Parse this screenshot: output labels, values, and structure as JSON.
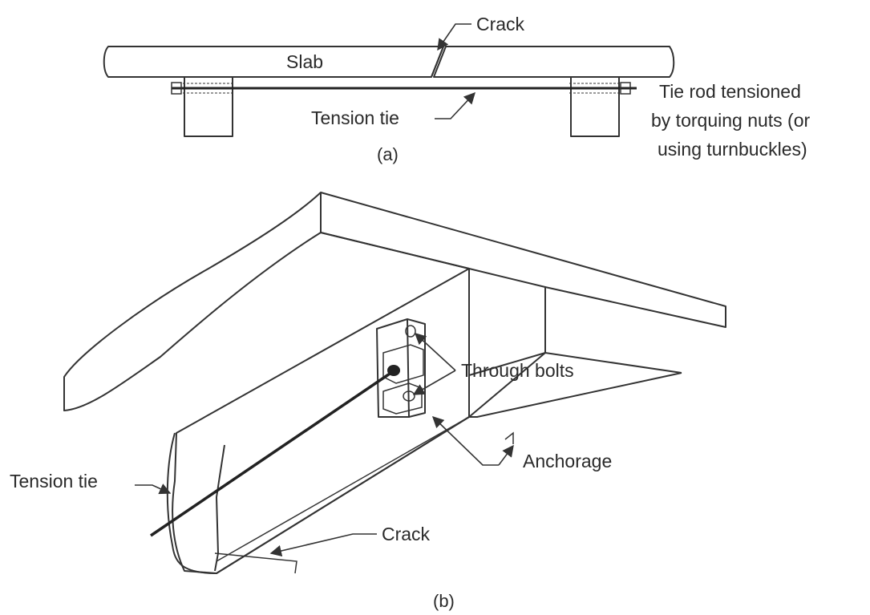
{
  "figure_a": {
    "caption": "(a)",
    "labels": {
      "crack": "Crack",
      "slab": "Slab",
      "tension_tie": "Tension tie",
      "tie_rod_line1": "Tie rod tensioned",
      "tie_rod_line2": "by torquing nuts (or",
      "tie_rod_line3": "using turnbuckles)"
    }
  },
  "figure_b": {
    "caption": "(b)",
    "labels": {
      "through_bolts": "Through bolts",
      "anchorage": "Anchorage",
      "tension_tie": "Tension tie",
      "crack": "Crack"
    }
  },
  "colors": {
    "line": "#333333",
    "text": "#2a2a2a",
    "background": "#ffffff"
  }
}
